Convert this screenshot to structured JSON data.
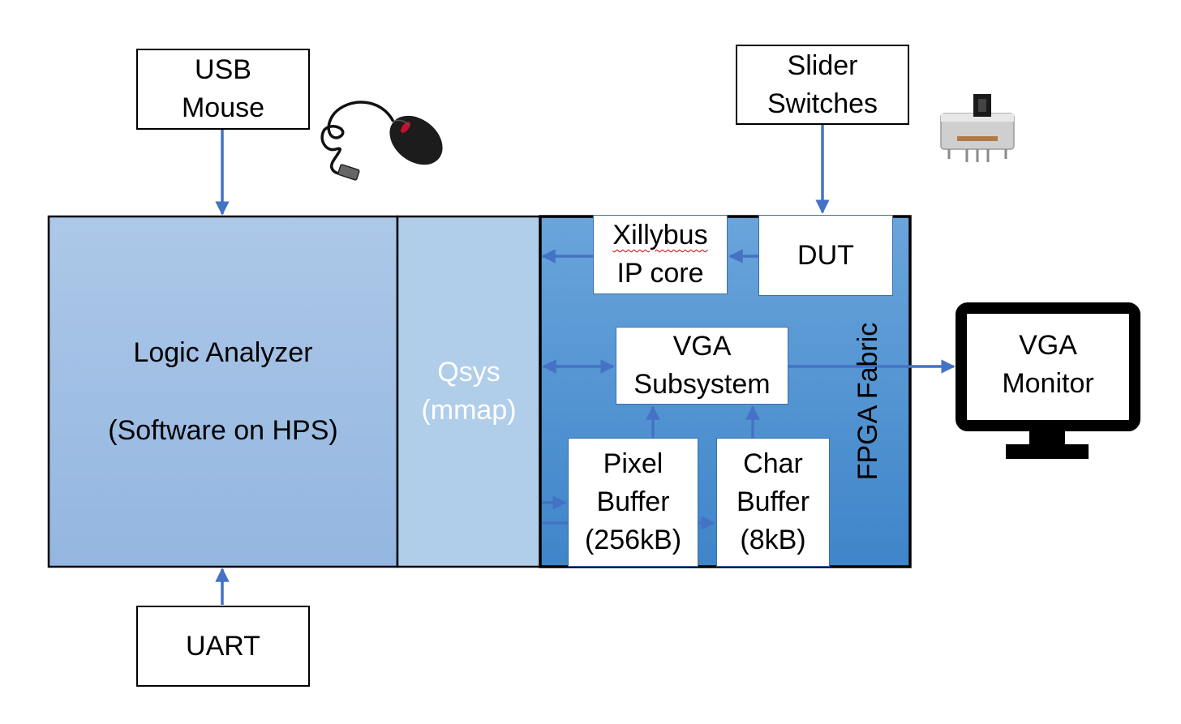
{
  "blocks": {
    "usb_mouse": [
      "USB",
      "Mouse"
    ],
    "slider_switches": [
      "Slider",
      "Switches"
    ],
    "logic_analyzer": [
      "Logic Analyzer",
      "(Software on HPS)"
    ],
    "qsys": [
      "Qsys",
      "(mmap)"
    ],
    "xillybus": [
      "Xillybus",
      "IP core"
    ],
    "dut": "DUT",
    "vga_subsystem": [
      "VGA",
      "Subsystem"
    ],
    "pixel_buffer": [
      "Pixel",
      "Buffer",
      "(256kB)"
    ],
    "char_buffer": [
      "Char",
      "Buffer",
      "(8kB)"
    ],
    "fpga_fabric": "FPGA Fabric",
    "vga_monitor": [
      "VGA",
      "Monitor"
    ],
    "uart": "UART"
  },
  "colors": {
    "arrow": "#4472c4",
    "logic_analyzer_fill": "#a9c4e6",
    "qsys_fill": "#b0cde9",
    "fpga_fill": "#5b9bd5",
    "qsys_text": "#ffffff"
  },
  "icons": [
    "usb-mouse-icon",
    "slider-switch-icon",
    "monitor-icon"
  ]
}
